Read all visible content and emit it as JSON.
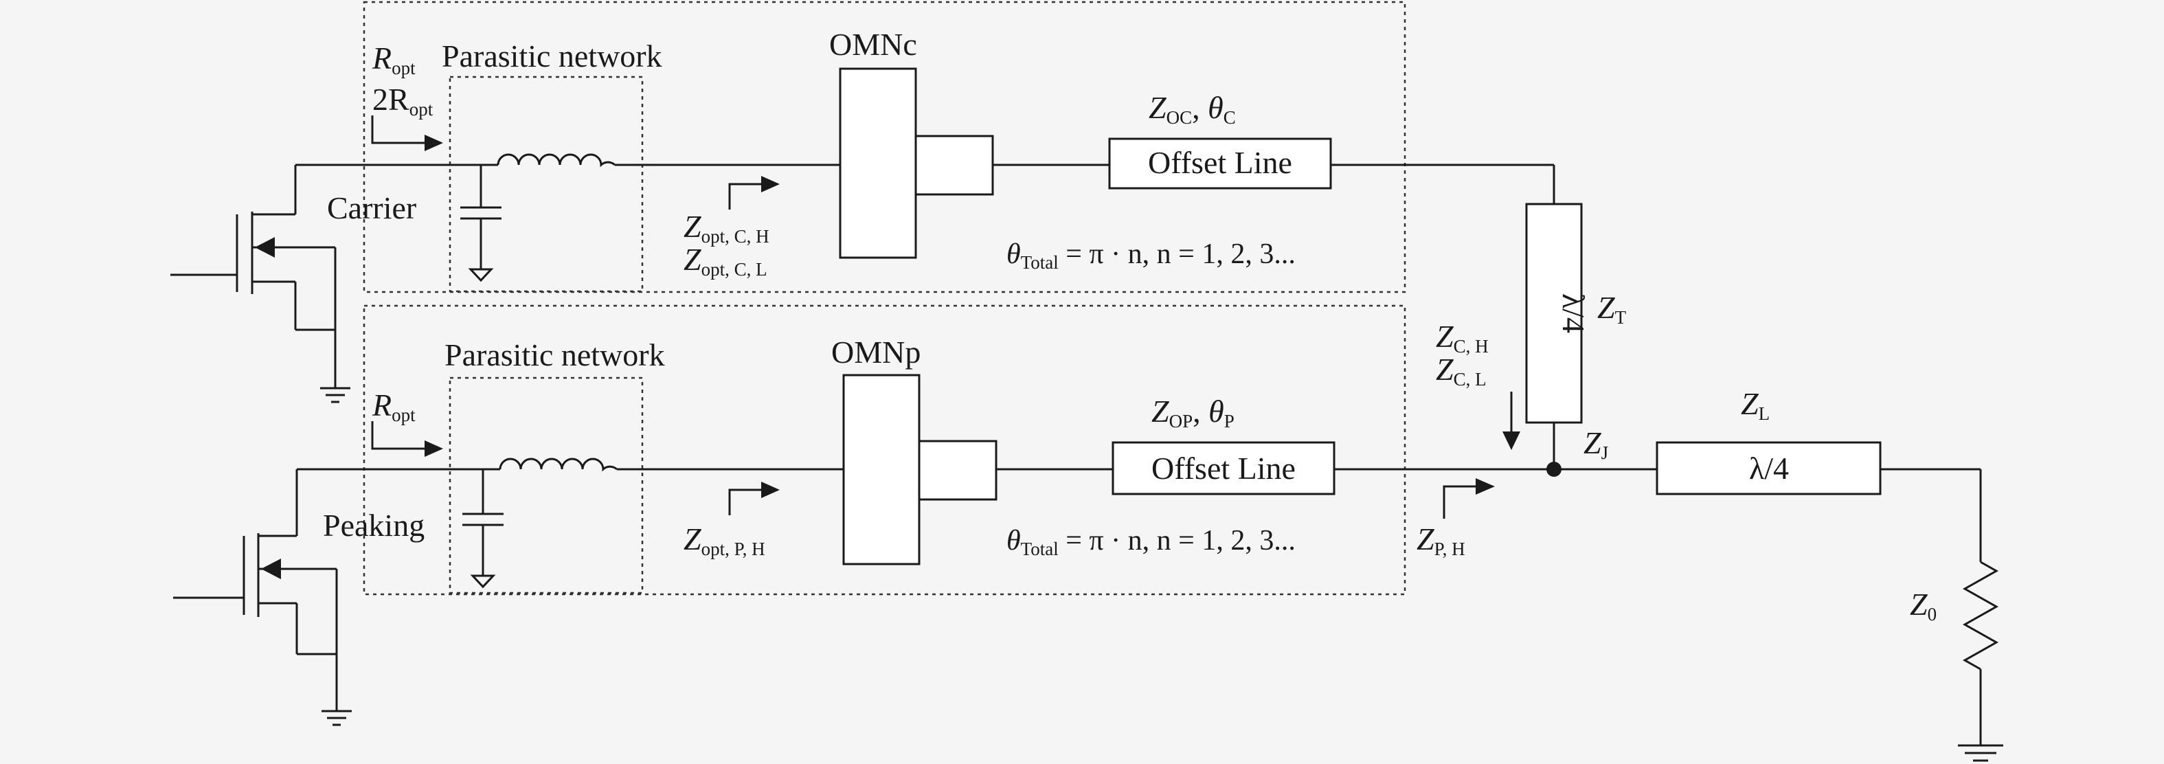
{
  "carrier": {
    "r1_main": "R",
    "r1_sub": "opt",
    "r2_main": "2R",
    "r2_sub": "opt",
    "parasitic_label": "Parasitic network",
    "device_label": "Carrier",
    "omn_label": "OMNc",
    "offset_box_label": "Offset Line",
    "z_main": "Z",
    "z_sub": "OC",
    "theta_sep": ", ",
    "theta_main": "θ",
    "theta_sub": "C",
    "zopt1_main": "Z",
    "zopt1_sub": "opt, C, H",
    "zopt2_main": "Z",
    "zopt2_sub": "opt, C, L",
    "total_theta": "θ",
    "total_sub": "Total",
    "total_eq": " = π · n, n = 1, 2, 3..."
  },
  "peaking": {
    "r_main": "R",
    "r_sub": "opt",
    "parasitic_label": "Parasitic network",
    "device_label": "Peaking",
    "omn_label": "OMNp",
    "offset_box_label": "Offset Line",
    "z_main": "Z",
    "z_sub": "OP",
    "theta_sep": ", ",
    "theta_main": "θ",
    "theta_sub": "P",
    "zopt_main": "Z",
    "zopt_sub": "opt, P, H",
    "total_theta": "θ",
    "total_sub": "Total",
    "total_eq": " = π · n, n = 1, 2, 3..."
  },
  "combiner": {
    "quarter_wave_label": "λ/4",
    "zt_main": "Z",
    "zt_sub": "T",
    "zc1_main": "Z",
    "zc1_sub": "C, H",
    "zc2_main": "Z",
    "zc2_sub": "C, L",
    "zj_main": "Z",
    "zj_sub": "J",
    "zph_main": "Z",
    "zph_sub": "P, H"
  },
  "output": {
    "zl_main": "Z",
    "zl_sub": "L",
    "quarter_wave_label": "λ/4",
    "z0_main": "Z",
    "z0_sub": "0"
  }
}
